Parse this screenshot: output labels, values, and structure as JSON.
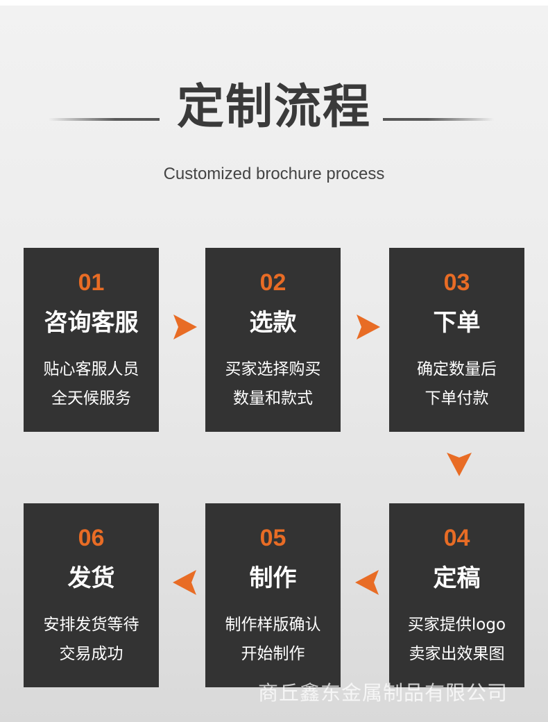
{
  "header": {
    "title": "定制流程",
    "subtitle": "Customized brochure process"
  },
  "colors": {
    "accent": "#e86c25",
    "box_bg": "#333333",
    "title_text": "#3a3a3a"
  },
  "steps": [
    {
      "number": "01",
      "name": "咨询客服",
      "desc": [
        "贴心客服人员",
        "全天候服务"
      ]
    },
    {
      "number": "02",
      "name": "选款",
      "desc": [
        "买家选择购买",
        "数量和款式"
      ]
    },
    {
      "number": "03",
      "name": "下单",
      "desc": [
        "确定数量后",
        "下单付款"
      ]
    },
    {
      "number": "04",
      "name": "定稿",
      "desc": [
        "买家提供logo",
        "卖家出效果图"
      ]
    },
    {
      "number": "05",
      "name": "制作",
      "desc": [
        "制作样版确认",
        "开始制作"
      ]
    },
    {
      "number": "06",
      "name": "发货",
      "desc": [
        "安排发货等待",
        "交易成功"
      ]
    }
  ],
  "arrows": [
    {
      "id": "1-2",
      "direction": "right",
      "icon": "arrow-right-icon"
    },
    {
      "id": "2-3",
      "direction": "right",
      "icon": "arrow-right-icon"
    },
    {
      "id": "3-4",
      "direction": "down",
      "icon": "arrow-down-icon"
    },
    {
      "id": "4-5",
      "direction": "left",
      "icon": "arrow-left-icon"
    },
    {
      "id": "5-6",
      "direction": "left",
      "icon": "arrow-left-icon"
    }
  ],
  "watermark": "商丘鑫东金属制品有限公司"
}
